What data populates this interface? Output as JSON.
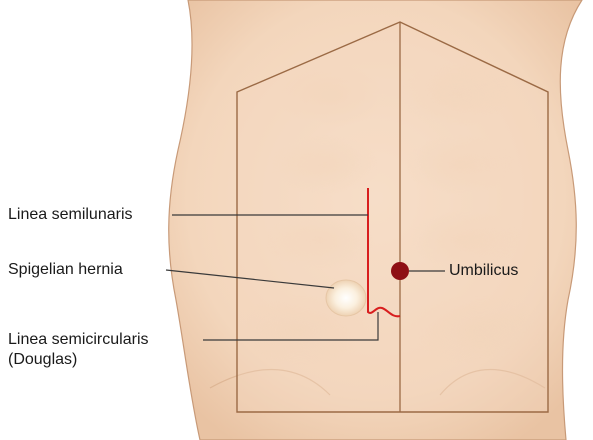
{
  "labels": {
    "linea_semilunaris": "Linea semilunaris",
    "spigelian_hernia": "Spigelian hernia",
    "umbilicus": "Umbilicus",
    "linea_semicircularis_line1": "Linea semicircularis",
    "linea_semicircularis_line2": "(Douglas)"
  },
  "colors": {
    "skin": "#f6dcc4",
    "skin_shadow": "#e9c5a6",
    "outline": "#c89a78",
    "rectus_outline": "#9b6a45",
    "red_line": "#d81e1e",
    "umbilicus": "#8e0f14",
    "hernia": "#fdf3e2",
    "leader": "#3a3a3a"
  }
}
